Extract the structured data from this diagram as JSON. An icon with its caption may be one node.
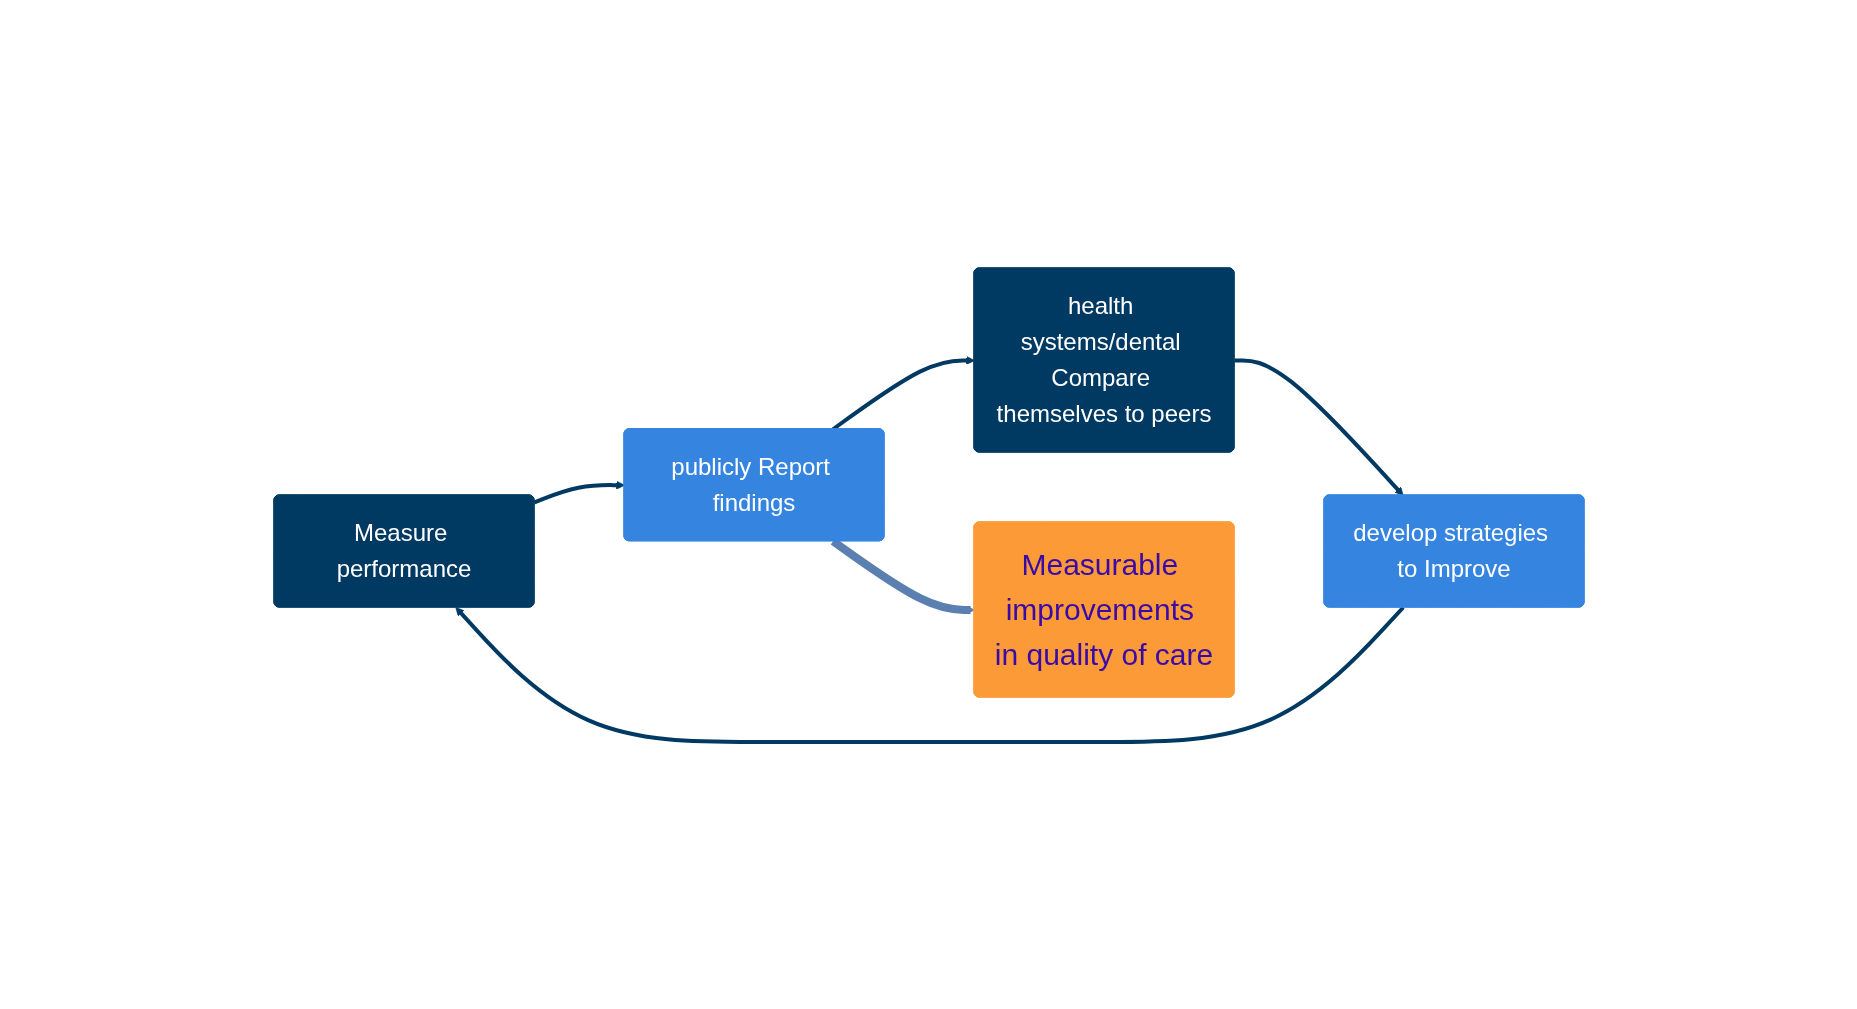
{
  "diagram": {
    "nodes": [
      {
        "text": [
          "Measure performance"
        ]
      },
      {
        "text": [
          "publicly Report findings"
        ]
      },
      {
        "text": [
          "health systems/dental Compare themselves to peers"
        ]
      },
      {
        "text": [
          "develop strategies to Improve"
        ]
      },
      {
        "text": [
          "Measurable improvements in quality of care"
        ]
      }
    ],
    "edges": [
      {
        "from": 0,
        "to": 1,
        "arrow": "to"
      },
      {
        "from": 1,
        "to": 2,
        "arrow": "to"
      },
      {
        "from": 2,
        "to": 3,
        "arrow": "to"
      },
      {
        "from": 3,
        "to": 0,
        "arrow": "to"
      },
      {
        "from": 1,
        "to": 4,
        "arrow": "to",
        "style": "thick",
        "color": "#5b7fb0"
      }
    ]
  }
}
